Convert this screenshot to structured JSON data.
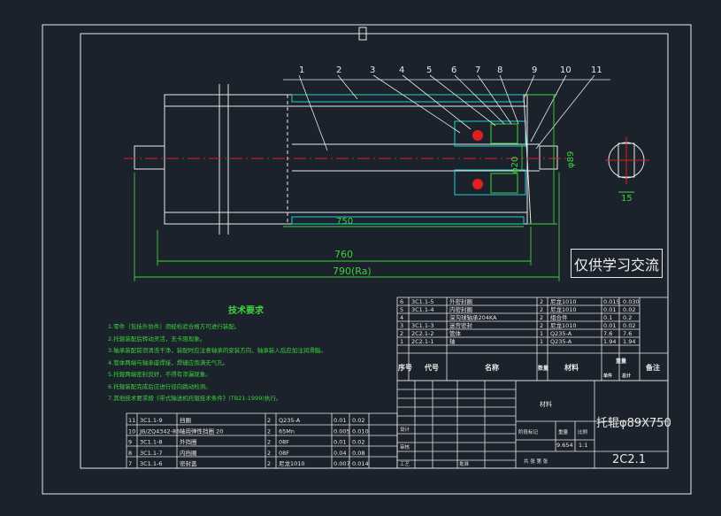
{
  "balloons": [
    "1",
    "2",
    "3",
    "4",
    "5",
    "6",
    "7",
    "8",
    "9",
    "10",
    "11"
  ],
  "dimensions": {
    "inner_length": "750",
    "overall_length": "760",
    "shaft_length": "790(Ra)",
    "diameter": "φ89",
    "shaft_dia": "φ20",
    "section_width": "15"
  },
  "watermark": "仅供学习交流",
  "tech_req": {
    "title": "技术要求",
    "items": [
      "1.零件（包括外协件）须经检验合格方可进行装配。",
      "2.托辊装配后转动灵活，无卡阻现象。",
      "3.轴承装配前须清洗干净，装配时应注意轴承的安装方向，轴承装入后应加注润滑脂。",
      "4.管体两端与轴承座焊接，焊缝应饱满无气孔。",
      "5.托辊两端密封良好，不得有渗漏现象。",
      "6.托辊装配完成后应进行径向跳动检测。",
      "7.其他技术要求按《带式输送机托辊技术条件》(TB21-1999)执行。"
    ]
  },
  "upper_parts": [
    {
      "no": "6",
      "code": "3C1.1-5",
      "name": "外密封圈",
      "qty": "2",
      "mat": "尼龙1010",
      "w1": "0.015",
      "w2": "0.030"
    },
    {
      "no": "5",
      "code": "3C1.1-4",
      "name": "内密封圈",
      "qty": "2",
      "mat": "尼龙1010",
      "w1": "0.01",
      "w2": "0.02"
    },
    {
      "no": "4",
      "code": "",
      "name": "深沟球轴承204KA",
      "qty": "2",
      "mat": "组合件",
      "w1": "0.1",
      "w2": "0.2"
    },
    {
      "no": "3",
      "code": "3C1.1-3",
      "name": "迷宫密封",
      "qty": "2",
      "mat": "尼龙1010",
      "w1": "0.01",
      "w2": "0.02"
    },
    {
      "no": "2",
      "code": "2C2.1-2",
      "name": "管体",
      "qty": "1",
      "mat": "Q235-A",
      "w1": "7.6",
      "w2": "7.6"
    },
    {
      "no": "1",
      "code": "2C2.1-1",
      "name": "轴",
      "qty": "1",
      "mat": "Q235-A",
      "w1": "1.94",
      "w2": "1.94"
    }
  ],
  "upper_header": {
    "no": "序号",
    "code": "代号",
    "name": "名称",
    "qty": "数量",
    "mat": "材料",
    "weight": "重量",
    "unit": "单件",
    "total": "总计",
    "remark": "备注"
  },
  "lower_parts": [
    {
      "no": "11",
      "code": "3C1.1-9",
      "name": "挡圈",
      "qty": "2",
      "mat": "Q235-A",
      "w1": "0.01",
      "w2": "0.02"
    },
    {
      "no": "10",
      "code": "JB/ZQ4342-86",
      "name": "轴用弹性挡圈 20",
      "qty": "2",
      "mat": "65Mn",
      "w1": "0.005",
      "w2": "0.010"
    },
    {
      "no": "9",
      "code": "3C1.1-8",
      "name": "外挡圈",
      "qty": "2",
      "mat": "08F",
      "w1": "0.01",
      "w2": "0.02"
    },
    {
      "no": "8",
      "code": "3C1.1-7",
      "name": "内挡圈",
      "qty": "2",
      "mat": "08F",
      "w1": "0.04",
      "w2": "0.08"
    },
    {
      "no": "7",
      "code": "3C1.1-6",
      "name": "密封盖",
      "qty": "2",
      "mat": "尼龙1010",
      "w1": "0.007",
      "w2": "0.014"
    }
  ],
  "title_block": {
    "material_label": "材料",
    "drawing_name": "托辊φ89X750",
    "drawing_no": "2C2.1",
    "scale_label": "比例",
    "weight_value": "9.654",
    "scale_value": "1:1",
    "stage_label": "阶段标记",
    "weight_label": "重量",
    "sheet_label": "共 张 第 张",
    "design_label": "设计",
    "check_label": "审核",
    "process_label": "工艺",
    "approve_label": "批准"
  }
}
